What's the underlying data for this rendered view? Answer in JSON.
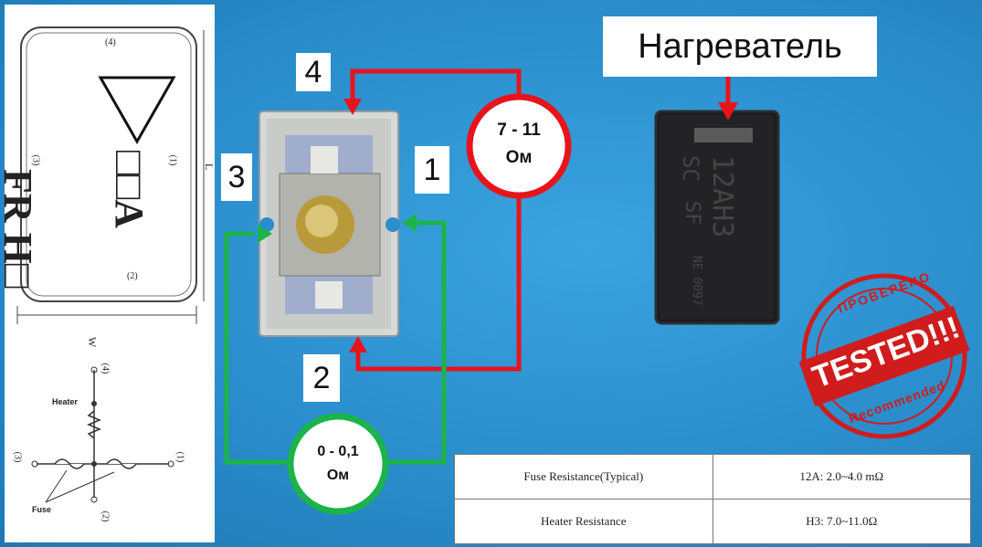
{
  "heater_callout": "Нагреватель",
  "pins": {
    "p1": "1",
    "p2": "2",
    "p3": "3",
    "p4": "4"
  },
  "heater_resistance_label": {
    "line1": "7 - 11",
    "line2": "Ом"
  },
  "fuse_resistance_label": {
    "line1": "0 - 0,1",
    "line2": "Ом"
  },
  "component_marking": {
    "line1": "12AH3",
    "line2": "SC",
    "line3": "SF",
    "line4": "NE 0097"
  },
  "diagram": {
    "package_text_line1": "FR H□",
    "package_text_line2": "□□A",
    "pin_labels": [
      "(4)",
      "(1)",
      "(3)",
      "(2)"
    ],
    "dim_l": "L",
    "dim_w": "W",
    "schematic_pins": [
      "(4)",
      "(1)",
      "(3)",
      "(2)"
    ],
    "heater_label": "Heater",
    "fuse_label": "Fuse"
  },
  "stamp": {
    "top_text": "ПРОВЕРЕНО",
    "center_text": "TESTED!!!",
    "bottom_text": "Recommended"
  },
  "spec_table": {
    "rows": [
      {
        "param": "Fuse Resistance(Typical)",
        "value": "12A: 2.0~4.0 mΩ"
      },
      {
        "param": "Heater Resistance",
        "value": "H3: 7.0~11.0Ω"
      }
    ]
  },
  "colors": {
    "background": "#2a8dcc",
    "heater_wire": "#e8141b",
    "fuse_wire": "#1cb34a",
    "stamp": "#d01c1c"
  }
}
